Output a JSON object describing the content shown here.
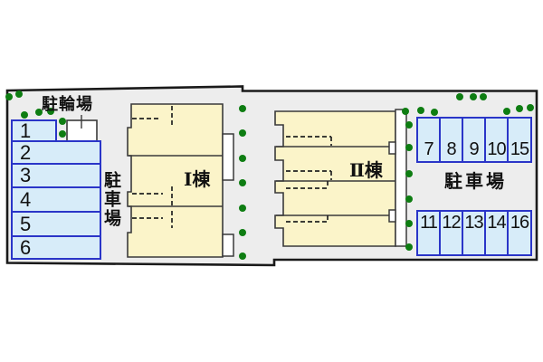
{
  "labels": {
    "bicycle_parking": "駐輪場",
    "parking_left": "駐車場",
    "parking_right": "駐車場"
  },
  "buildings": [
    {
      "numeral": "Ⅰ",
      "suffix": "棟"
    },
    {
      "numeral": "Ⅱ",
      "suffix": "棟"
    }
  ],
  "parking": {
    "left_column": [
      "1",
      "2",
      "3",
      "4",
      "5",
      "6"
    ],
    "right_top_row": [
      "7",
      "8",
      "9",
      "10",
      "15"
    ],
    "right_bottom_row": [
      "11",
      "12",
      "13",
      "14",
      "16"
    ]
  },
  "icons": {
    "tree_dot": "small-green-filled-circle (shrub/tree marker)"
  },
  "colors": {
    "site_fill": "#ededed",
    "site_outline": "#1a1a1a",
    "building_fill": "#fbf4c9",
    "building_stroke": "#3a3a3a",
    "stall_fill": "#d7ecf9",
    "stall_border": "#2a35c8",
    "shed_fill": "#ffffff",
    "tree_green": "#0e7d12",
    "text": "#111111"
  }
}
